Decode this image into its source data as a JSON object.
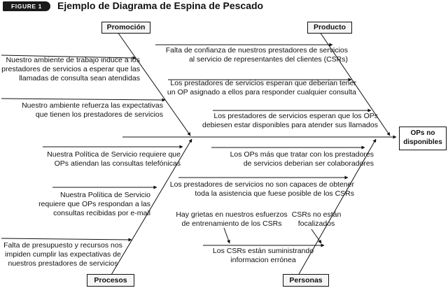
{
  "header": {
    "badge": "FIGURE 1",
    "title": "Ejemplo de Diagrama de Espina de Pescado"
  },
  "effect": {
    "label": "OPs no\ndisponibles"
  },
  "categories": {
    "promocion": "Promoción",
    "producto": "Producto",
    "procesos": "Procesos",
    "personas": "Personas"
  },
  "causes": {
    "promocion_1": "Nuestro ambiente de trabajo induce a los\nprestadores de servicios a esperar que las\nllamadas de consulta sean atendidas",
    "promocion_2": "Nuestro ambiente refuerza las expectativas\nque tienen los prestadores de servicios",
    "producto_1": "Falta de confianza de nuestros prestadores de servicios\nal servicio de representantes del clientes (CSRs)",
    "producto_2": "Los prestadores de servicios esperan que deberian tener\nun OP asignado a ellos para responder cualquier consulta",
    "producto_3": "Los prestadores de servicios esperan que los OPs\ndebiesen estar disponibles para atender sus llamados",
    "procesos_1": "Nuestra Política de Servicio requiere que\nOPs atiendan las consultas telefónicas",
    "procesos_2": "Nuestra Política de Servicio\nrequiere que OPs respondan a las\nconsultas recibidas por e-mail",
    "procesos_3": "Falta de presupuesto y recursos nos\nimpiden cumplir las expectativas de\nnuestros prestadores de servicios",
    "personas_1": "Los OPs más que tratar con los prestadores\nde servicios deberian ser colaboradores",
    "personas_2": "Los prestadores de servicios no son capaces de obtener\ntoda la asistencia que fuese posible de los CSRs",
    "personas_3": "Hay grietas en nuestros esfuerzos\nde entrenamiento de los CSRs",
    "personas_4": "CSRs no están\nfocalizados",
    "personas_5": "Los CSRs están suministrando\ninformacion errónea"
  },
  "colors": {
    "ink": "#111111",
    "badge_bg": "#1a1a1a",
    "box_fill": "#f5f5f5"
  }
}
